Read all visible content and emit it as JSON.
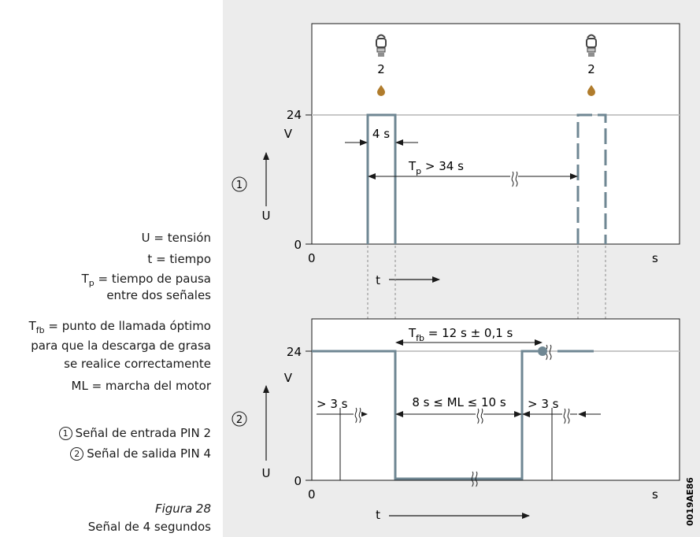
{
  "legend": {
    "u": "U = tensión",
    "t": "t = tiempo",
    "tp_sym": "T",
    "tp_sub": "p",
    "tp_line1": " = tiempo de pausa",
    "tp_line2": "entre dos señales",
    "tfb_sym": "T",
    "tfb_sub": "fb",
    "tfb_line1": " = punto de llamada óptimo",
    "tfb_line2": "para que la descarga de grasa",
    "tfb_line3": "se realice correctamente",
    "ml": "ML = marcha del motor",
    "sig1_num": "1",
    "sig1": "Señal de entrada PIN 2",
    "sig2_num": "2",
    "sig2": "Señal de salida PIN 4",
    "figure": "Figura 28",
    "caption": "Señal de 4 segundos"
  },
  "diagram1": {
    "num": "1",
    "y_top": "24",
    "y_unit": "V",
    "y_zero": "0",
    "y_label": "U",
    "x_zero": "0",
    "x_unit": "s",
    "x_label": "t",
    "pulse_width": "4 s",
    "tp_sym": "T",
    "tp_sub": "p",
    "tp_rest": " > 34 s",
    "icon_num_1": "2",
    "icon_num_2": "2"
  },
  "diagram2": {
    "num": "2",
    "y_top": "24",
    "y_unit": "V",
    "y_zero": "0",
    "y_label": "U",
    "x_zero": "0",
    "x_unit": "s",
    "x_label": "t",
    "tfb_sym": "T",
    "tfb_sub": "fb",
    "tfb_rest": " = 12 s ± 0,1 s",
    "left_gap": "> 3 s",
    "ml_range": "8 s ≤ ML ≤ 10 s",
    "right_gap": "> 3 s"
  },
  "code": "0019AE86",
  "colors": {
    "signal": "#6f8793",
    "panel_bg": "#ececec",
    "grid": "#c8c8c8",
    "drop": "#b07c2c"
  }
}
